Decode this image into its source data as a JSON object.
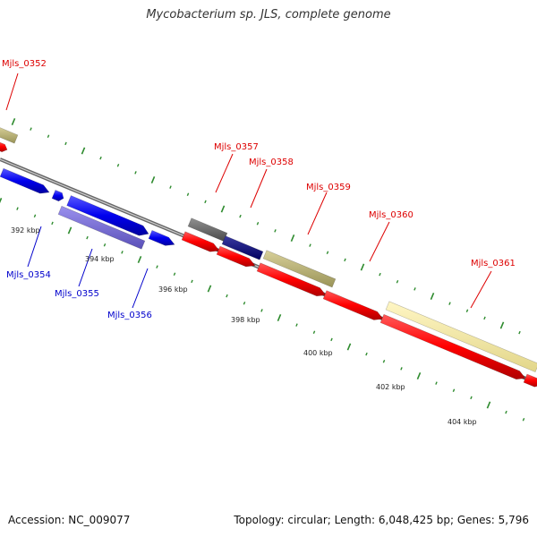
{
  "title": "Mycobacterium sp. JLS, complete genome",
  "footer": {
    "accession": "Accession: NC_009077",
    "summary": "Topology: circular; Length: 6,048,425 bp; Genes: 5,796"
  },
  "colors": {
    "backbone": "#808080",
    "tick": "#2e8b2e",
    "label_red": "#dd0000",
    "label_blue": "#0000cc"
  },
  "scale_labels": [
    "392 kbp",
    "394 kbp",
    "396 kbp",
    "398 kbp",
    "400 kbp",
    "402 kbp",
    "404 kbp"
  ],
  "gene_labels": {
    "mjls_0352": "Mjls_0352",
    "mjls_0354": "Mjls_0354",
    "mjls_0355": "Mjls_0355",
    "mjls_0356": "Mjls_0356",
    "mjls_0357": "Mjls_0357",
    "mjls_0358": "Mjls_0358",
    "mjls_0359": "Mjls_0359",
    "mjls_0360": "Mjls_0360",
    "mjls_0361": "Mjls_0361"
  }
}
